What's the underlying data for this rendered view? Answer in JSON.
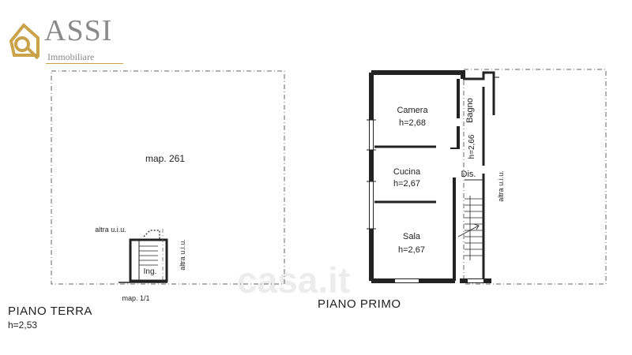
{
  "logo": {
    "brand_text": "ASSI",
    "sub_text": "Immobiliare",
    "mark_color": "#c9a24a"
  },
  "watermark_text": "casa.it",
  "ground_floor": {
    "title": "PIANO TERRA",
    "height": "h=2,53",
    "map_label": "map. 261",
    "map_ref": "map. 1/1",
    "entrance_label": "Ing.",
    "other_unit_top": "altra u.i.u.",
    "other_unit_side": "altra u.i.u."
  },
  "first_floor": {
    "title": "PIANO PRIMO",
    "rooms": [
      {
        "name": "Camera",
        "height": "h=2,68"
      },
      {
        "name": "Cucina",
        "height": "h=2,67"
      },
      {
        "name": "Sala",
        "height": "h=2,67"
      }
    ],
    "bath_name": "Bagno",
    "bath_height": "h=2,66",
    "disimpegno": "Dis.",
    "other_unit_side": "altra u.i.u."
  }
}
